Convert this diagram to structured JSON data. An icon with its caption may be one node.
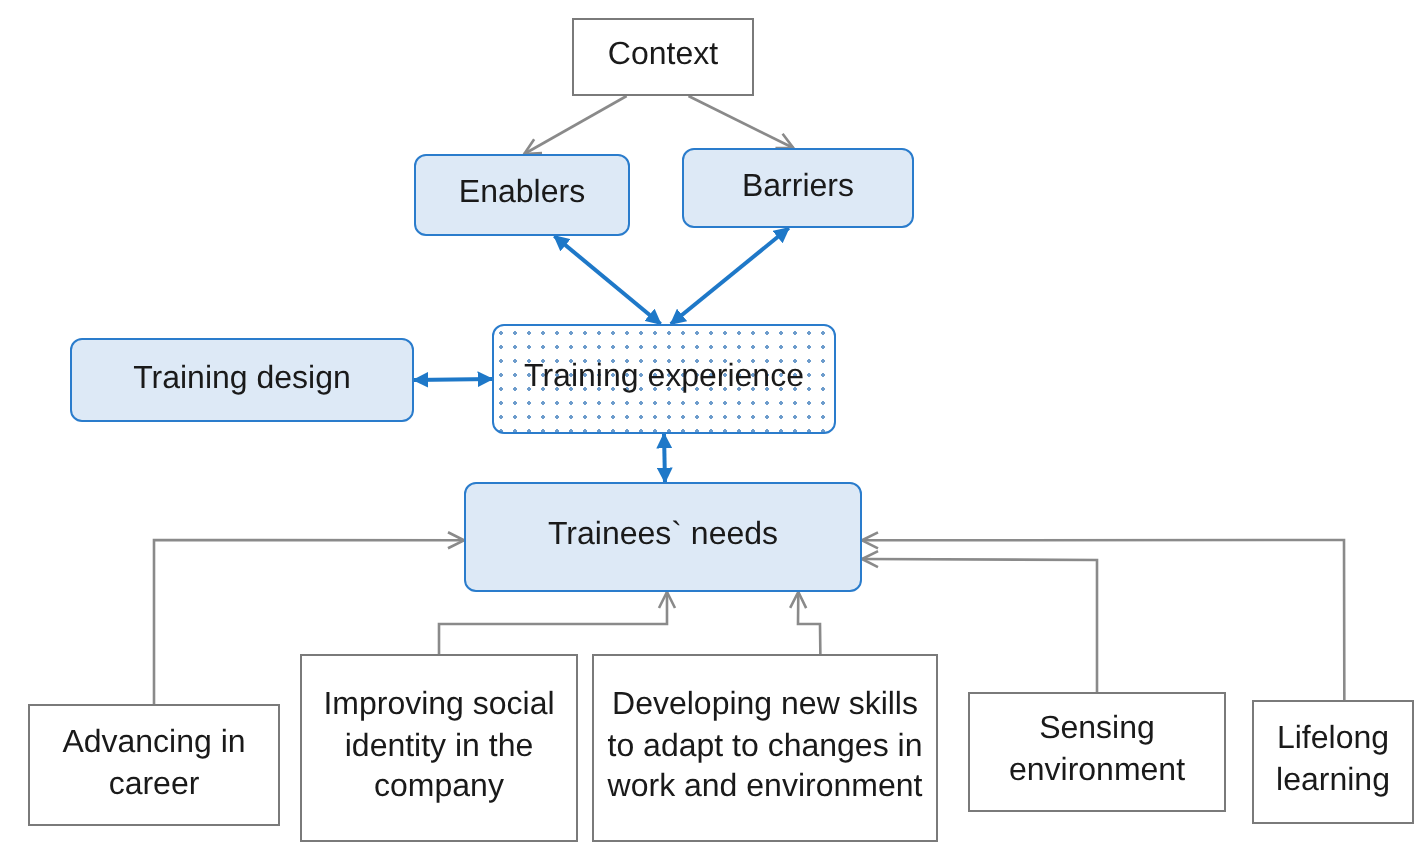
{
  "diagram": {
    "nodes": [
      {
        "text": [
          "Context"
        ]
      },
      {
        "text": [
          "Enablers"
        ]
      },
      {
        "text": [
          "Barriers"
        ]
      },
      {
        "text": [
          "Training design"
        ]
      },
      {
        "text": [
          "Training experience"
        ]
      },
      {
        "text": [
          "Trainees` needs"
        ]
      },
      {
        "text": [
          "Advancing in career"
        ]
      },
      {
        "text": [
          "Improving social identity in the company"
        ]
      },
      {
        "text": [
          "Developing new skills to adapt to changes in work and environment"
        ]
      },
      {
        "text": [
          "Sensing environment"
        ]
      },
      {
        "text": [
          "Lifelong learning"
        ]
      }
    ],
    "edges": [
      {
        "from": 0,
        "to": 1,
        "arrow": "to"
      },
      {
        "from": 0,
        "to": 2,
        "arrow": "to"
      },
      {
        "from": 1,
        "to": 4,
        "arrow": "both",
        "color": "#1e78c8"
      },
      {
        "from": 2,
        "to": 4,
        "arrow": "both",
        "color": "#1e78c8"
      },
      {
        "from": 3,
        "to": 4,
        "arrow": "both",
        "color": "#1e78c8"
      },
      {
        "from": 4,
        "to": 5,
        "arrow": "both",
        "color": "#1e78c8"
      },
      {
        "from": 6,
        "to": 5,
        "arrow": "to"
      },
      {
        "from": 7,
        "to": 5,
        "arrow": "to"
      },
      {
        "from": 8,
        "to": 5,
        "arrow": "to"
      },
      {
        "from": 9,
        "to": 5,
        "arrow": "to"
      },
      {
        "from": 10,
        "to": 5,
        "arrow": "to"
      }
    ]
  }
}
